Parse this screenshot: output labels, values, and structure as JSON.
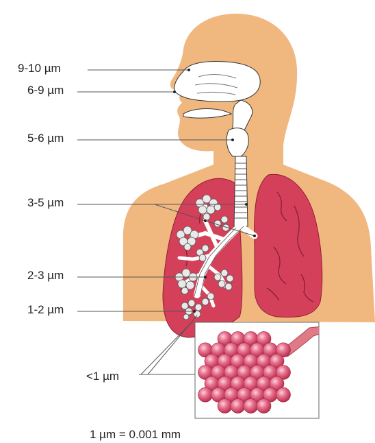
{
  "particle_labels": {
    "nasal_cavity": "9-10 µm",
    "nostril": "6-9 µm",
    "larynx": "5-6 µm",
    "trachea_bronchi": "3-5 µm",
    "bronchioles": "2-3 µm",
    "terminal_bronchioles": "1-2 µm",
    "alveoli": "<1 µm"
  },
  "footnote": "1 µm = 0.001 mm",
  "colors": {
    "skin": "#f0b77f",
    "lung": "#d4405a",
    "lung_dark": "#8e1f35",
    "airway": "#ffffff",
    "alveolus": "#e4577a",
    "leader_line": "#555555"
  }
}
